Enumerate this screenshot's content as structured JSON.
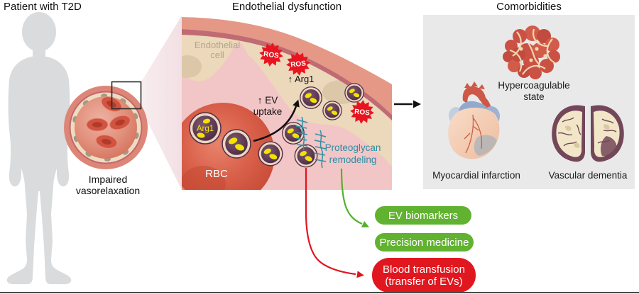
{
  "titles": {
    "patient": "Patient with T2D",
    "endothelial": "Endothelial dysfunction",
    "comorbidities": "Comorbidities"
  },
  "left": {
    "caption1": "Impaired",
    "caption2": "vasorelaxation"
  },
  "vessel": {
    "endothelial1": "Endothelial",
    "endothelial2": "cell",
    "ros": "ROS",
    "arg1_up": "↑ Arg1",
    "ev1": "↑ EV",
    "ev2": "uptake",
    "arg1": "Arg1",
    "rbc": "RBC",
    "proteo1": "Proteoglycan",
    "proteo2": "remodeling"
  },
  "comorbid": {
    "hyper1": "Hypercoagulable",
    "hyper2": "state",
    "mi": "Myocardial infarction",
    "vd": "Vascular dementia"
  },
  "outcomes": {
    "green1": "EV biomarkers",
    "green2": "Precision medicine",
    "red1": "Blood transfusion",
    "red2": "(transfer of EVs)"
  },
  "colors": {
    "vessel_wall": "#e59886",
    "membrane_line": "#c06b74",
    "endothelium_tan": "#ecd8ba",
    "plasma_pink": "#f2c5c7",
    "rbc_red": "#d15340",
    "ev_purple": "#573449",
    "ev_yellow": "#f2e202",
    "ros_red": "#e8141f",
    "proteoglycan_teal": "#2e91a5",
    "green_outcome": "#61b230",
    "red_outcome": "#e1171f",
    "comorbid_bg": "#e9e9ea",
    "silhouette_gray": "#d9dbdd"
  }
}
